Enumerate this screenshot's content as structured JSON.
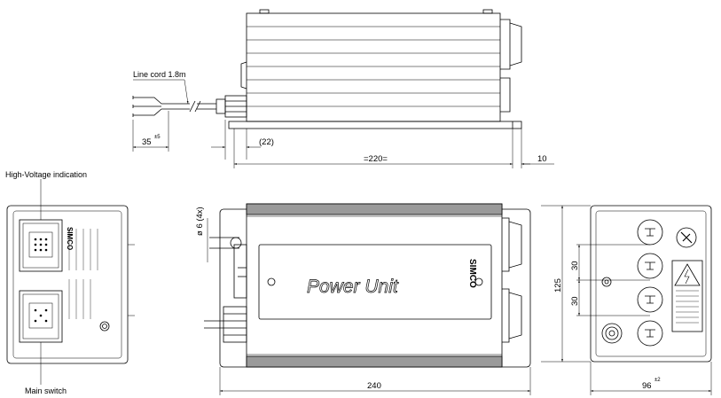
{
  "labels": {
    "line_cord": "Line cord 1.8m",
    "high_voltage_indication": "High-Voltage indication",
    "main_switch": "Main switch",
    "power_unit": "Power Unit",
    "brand": "SIMCO"
  },
  "dimensions": {
    "cord_strip": "35",
    "cord_strip_tol": "±5",
    "offset_22": "(22)",
    "length_220": "=220=",
    "flange_10": "10",
    "hole_dia": "ø 6 (4x)",
    "spacing_30_a": "30",
    "spacing_30_b": "30",
    "height_125": "125",
    "length_240": "240",
    "width_96": "96",
    "width_96_tol": "±2"
  }
}
